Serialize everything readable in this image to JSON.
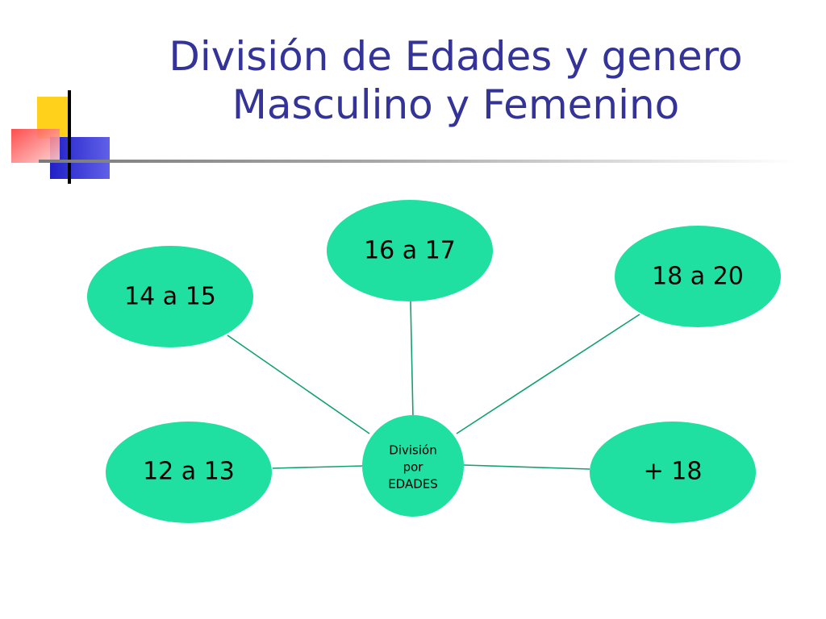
{
  "title": {
    "line1": "División de Edades y genero",
    "line2": "Masculino y Femenino"
  },
  "diagram": {
    "center": {
      "line1": "División",
      "line2": "por",
      "line3": "EDADES"
    },
    "nodes": [
      {
        "id": "12-13",
        "label": "12 a 13"
      },
      {
        "id": "14-15",
        "label": "14 a 15"
      },
      {
        "id": "16-17",
        "label": "16 a 17"
      },
      {
        "id": "18-20",
        "label": "18 a 20"
      },
      {
        "id": "plus-18",
        "label": "+ 18"
      }
    ]
  },
  "colors": {
    "title": "#333399",
    "node_fill": "#1fe0a0",
    "connector": "#13a074",
    "accent_yellow": "#ffd11a",
    "accent_red": "#ff5a5a",
    "accent_blue": "#2f2fd6"
  }
}
